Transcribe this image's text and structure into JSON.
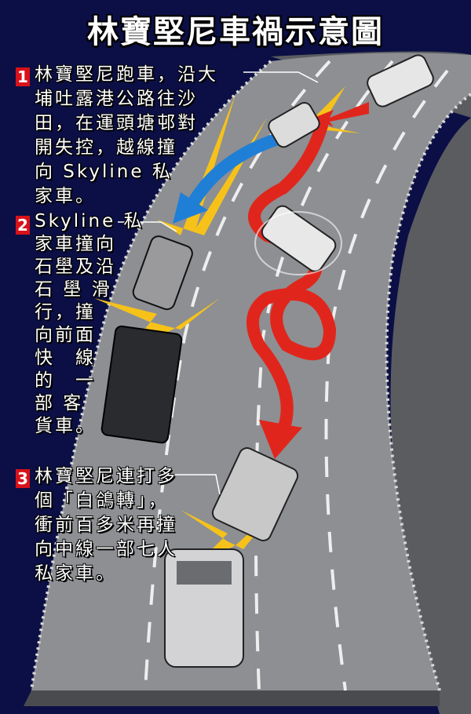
{
  "title": "林寶堅尼車禍示意圖",
  "notes": [
    {
      "number": "1",
      "lines": [
        "林寶堅尼跑車，沿大",
        "埔吐露港公路往沙",
        "田，在運頭塘邨對",
        "開失控，越線撞",
        "向 Skyline 私",
        "家車。"
      ]
    },
    {
      "number": "2",
      "lines": [
        "Skyline 私",
        "家車撞向",
        "石壆及沿",
        "石 壆 滑",
        "行，撞",
        "向前面",
        "快　線",
        "的　一",
        "部 客",
        "貨車。"
      ]
    },
    {
      "number": "3",
      "lines": [
        "林寶堅尼連打多",
        "個「白鴿轉」，",
        "衝前百多米再撞",
        "向中線一部七人",
        "私家車。"
      ]
    }
  ],
  "colors": {
    "background": "#0b0f45",
    "road": "#8a8c90",
    "red_arrow": "#e0261c",
    "blue_arrow": "#1f7fd6",
    "number_badge": "#d8121a"
  }
}
